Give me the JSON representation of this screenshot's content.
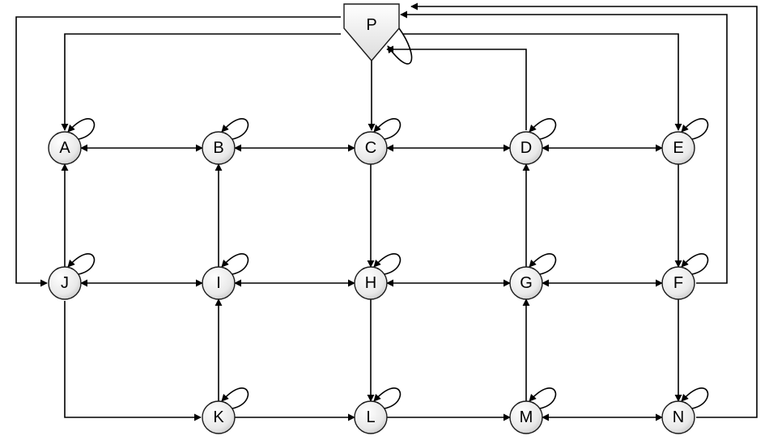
{
  "diagram": {
    "nodes": [
      {
        "id": "P",
        "label": "P"
      },
      {
        "id": "A",
        "label": "A"
      },
      {
        "id": "B",
        "label": "B"
      },
      {
        "id": "C",
        "label": "C"
      },
      {
        "id": "D",
        "label": "D"
      },
      {
        "id": "E",
        "label": "E"
      },
      {
        "id": "J",
        "label": "J"
      },
      {
        "id": "I",
        "label": "I"
      },
      {
        "id": "H",
        "label": "H"
      },
      {
        "id": "G",
        "label": "G"
      },
      {
        "id": "F",
        "label": "F"
      },
      {
        "id": "K",
        "label": "K"
      },
      {
        "id": "L",
        "label": "L"
      },
      {
        "id": "M",
        "label": "M"
      },
      {
        "id": "N",
        "label": "N"
      }
    ],
    "edges": [
      {
        "from": "A",
        "to": "B",
        "bidirectional": true
      },
      {
        "from": "B",
        "to": "C",
        "bidirectional": true
      },
      {
        "from": "C",
        "to": "D",
        "bidirectional": true
      },
      {
        "from": "D",
        "to": "E",
        "bidirectional": true
      },
      {
        "from": "J",
        "to": "I",
        "bidirectional": true
      },
      {
        "from": "I",
        "to": "H",
        "bidirectional": true
      },
      {
        "from": "H",
        "to": "G",
        "bidirectional": true
      },
      {
        "from": "G",
        "to": "F",
        "bidirectional": true
      },
      {
        "from": "M",
        "to": "N",
        "bidirectional": true
      },
      {
        "from": "K",
        "to": "L",
        "bidirectional": false
      },
      {
        "from": "L",
        "to": "M",
        "bidirectional": false
      },
      {
        "from": "J",
        "to": "A",
        "bidirectional": false
      },
      {
        "from": "I",
        "to": "B",
        "bidirectional": false
      },
      {
        "from": "C",
        "to": "H",
        "bidirectional": false
      },
      {
        "from": "G",
        "to": "D",
        "bidirectional": false
      },
      {
        "from": "E",
        "to": "F",
        "bidirectional": false
      },
      {
        "from": "K",
        "to": "I",
        "bidirectional": false
      },
      {
        "from": "H",
        "to": "L",
        "bidirectional": false
      },
      {
        "from": "M",
        "to": "G",
        "bidirectional": false
      },
      {
        "from": "F",
        "to": "N",
        "bidirectional": false
      },
      {
        "from": "J",
        "to": "K",
        "bidirectional": false
      },
      {
        "from": "P",
        "to": "C",
        "bidirectional": false
      },
      {
        "from": "P",
        "to": "A",
        "bidirectional": false
      },
      {
        "from": "P",
        "to": "E",
        "bidirectional": false
      },
      {
        "from": "P",
        "to": "J",
        "bidirectional": false
      },
      {
        "from": "D",
        "to": "P",
        "bidirectional": false
      },
      {
        "from": "F",
        "to": "P",
        "bidirectional": false
      },
      {
        "from": "N",
        "to": "P",
        "bidirectional": false
      }
    ],
    "self_loops": [
      "P",
      "A",
      "B",
      "C",
      "D",
      "E",
      "J",
      "I",
      "H",
      "G",
      "F",
      "K",
      "L",
      "M",
      "N"
    ]
  }
}
